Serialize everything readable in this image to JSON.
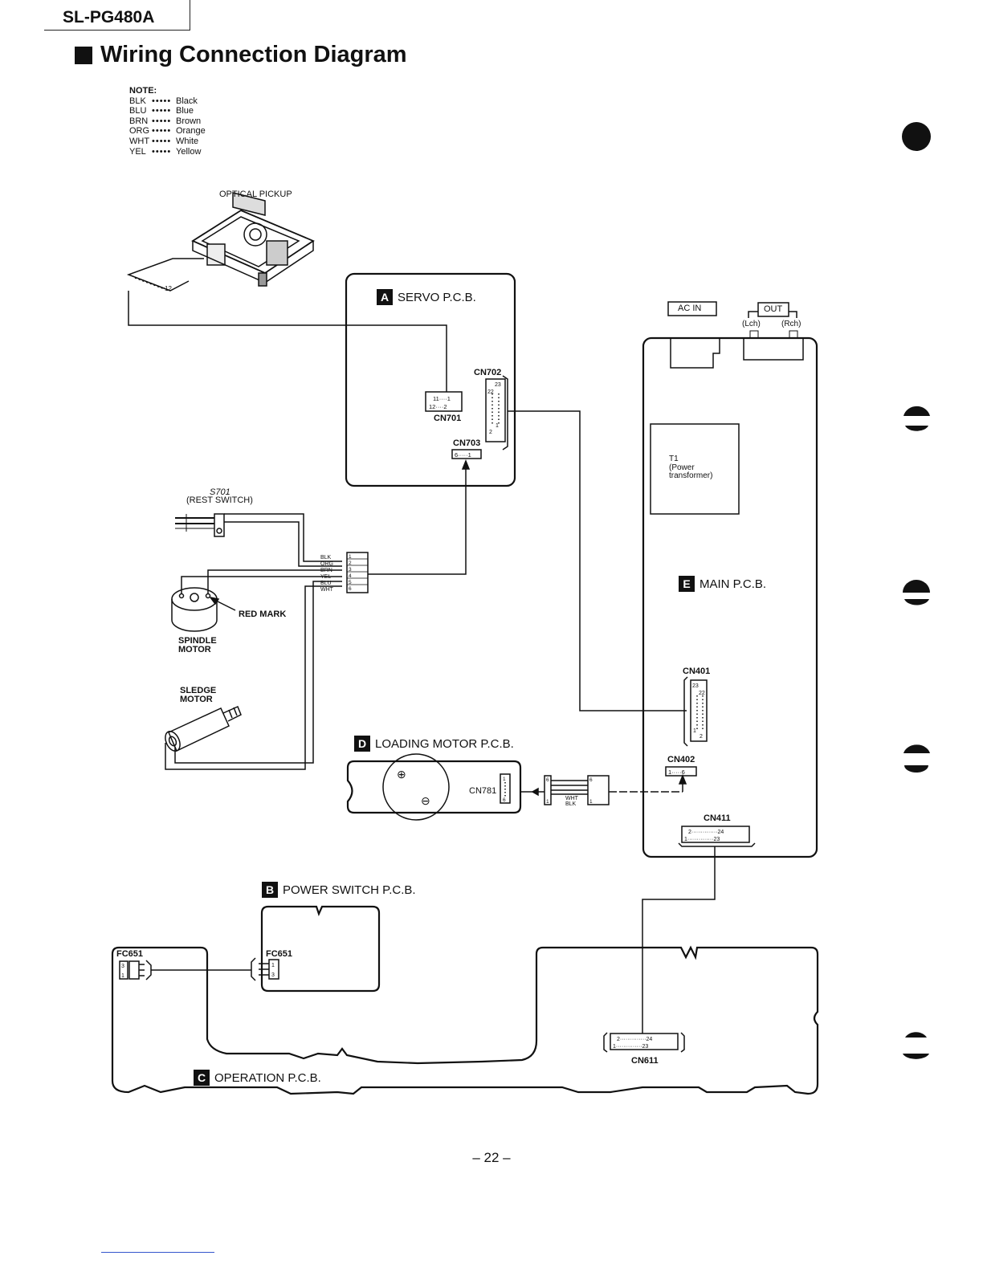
{
  "header": {
    "model": "SL-PG480A",
    "title": "Wiring Connection Diagram"
  },
  "note": {
    "heading": "NOTE:",
    "items": [
      {
        "code": "BLK",
        "dots": "•••••",
        "name": "Black"
      },
      {
        "code": "BLU",
        "dots": "•••••",
        "name": "Blue"
      },
      {
        "code": "BRN",
        "dots": "•••••",
        "name": "Brown"
      },
      {
        "code": "ORG",
        "dots": "•••••",
        "name": "Orange"
      },
      {
        "code": "WHT",
        "dots": "•••••",
        "name": "White"
      },
      {
        "code": "YEL",
        "dots": "•••••",
        "name": "Yellow"
      }
    ]
  },
  "components": {
    "optical_pickup": "OPTICAL PICKUP",
    "pickup_pin": "12",
    "rest_switch_ref": "S701",
    "rest_switch": "(REST SWITCH)",
    "red_mark": "RED MARK",
    "spindle_motor_1": "SPINDLE",
    "spindle_motor_2": "MOTOR",
    "sledge_motor_1": "SLEDGE",
    "sledge_motor_2": "MOTOR",
    "ac_in": "AC IN",
    "out": "OUT",
    "lch": "(Lch)",
    "rch": "(Rch)",
    "t1_1": "T1",
    "t1_2": "(Power",
    "t1_3": "transformer)"
  },
  "boards": {
    "a": {
      "badge": "A",
      "name": "SERVO P.C.B."
    },
    "b": {
      "badge": "B",
      "name": "POWER SWITCH P.C.B."
    },
    "c": {
      "badge": "C",
      "name": "OPERATION P.C.B."
    },
    "d": {
      "badge": "D",
      "name": "LOADING MOTOR P.C.B."
    },
    "e": {
      "badge": "E",
      "name": "MAIN P.C.B."
    }
  },
  "connectors": {
    "cn701": "CN701",
    "cn701_r1": "11····1",
    "cn701_r2": "12····2",
    "cn702": "CN702",
    "cn702_23": "23",
    "cn702_22": "22",
    "cn702_2": "2",
    "cn702_1": "1",
    "cn703": "CN703",
    "cn703_pins": "6·····1",
    "cn401": "CN401",
    "cn401_23": "23",
    "cn401_22": "22",
    "cn401_2": "2",
    "cn401_1": "1",
    "cn402": "CN402",
    "cn402_pins": "1·····6",
    "cn411": "CN411",
    "cn411_r1": "2··············24",
    "cn411_r2": "1··············23",
    "cn611": "CN611",
    "cn611_r1": "2··············24",
    "cn611_r2": "1··············23",
    "cn781": "CN781",
    "cn781_top": "1",
    "cn781_bot": "6",
    "fc651_left": "FC651",
    "fc651_right": "FC651",
    "fc_pin_3": "3",
    "fc_pin_1": "1",
    "wht": "WHT",
    "blk": "BLK",
    "jp_6": "6",
    "jp_1": "1",
    "jp_b6": "6",
    "jp_b1": "1"
  },
  "harness": {
    "wires": [
      "BLK",
      "ORG",
      "BRN",
      "YEL",
      "BLU",
      "WHT"
    ],
    "pins": [
      "1",
      "2",
      "3",
      "4",
      "5",
      "6"
    ]
  },
  "motor_symbols": {
    "plus": "⊕",
    "minus": "⊖"
  },
  "page": {
    "number": "– 22 –"
  }
}
